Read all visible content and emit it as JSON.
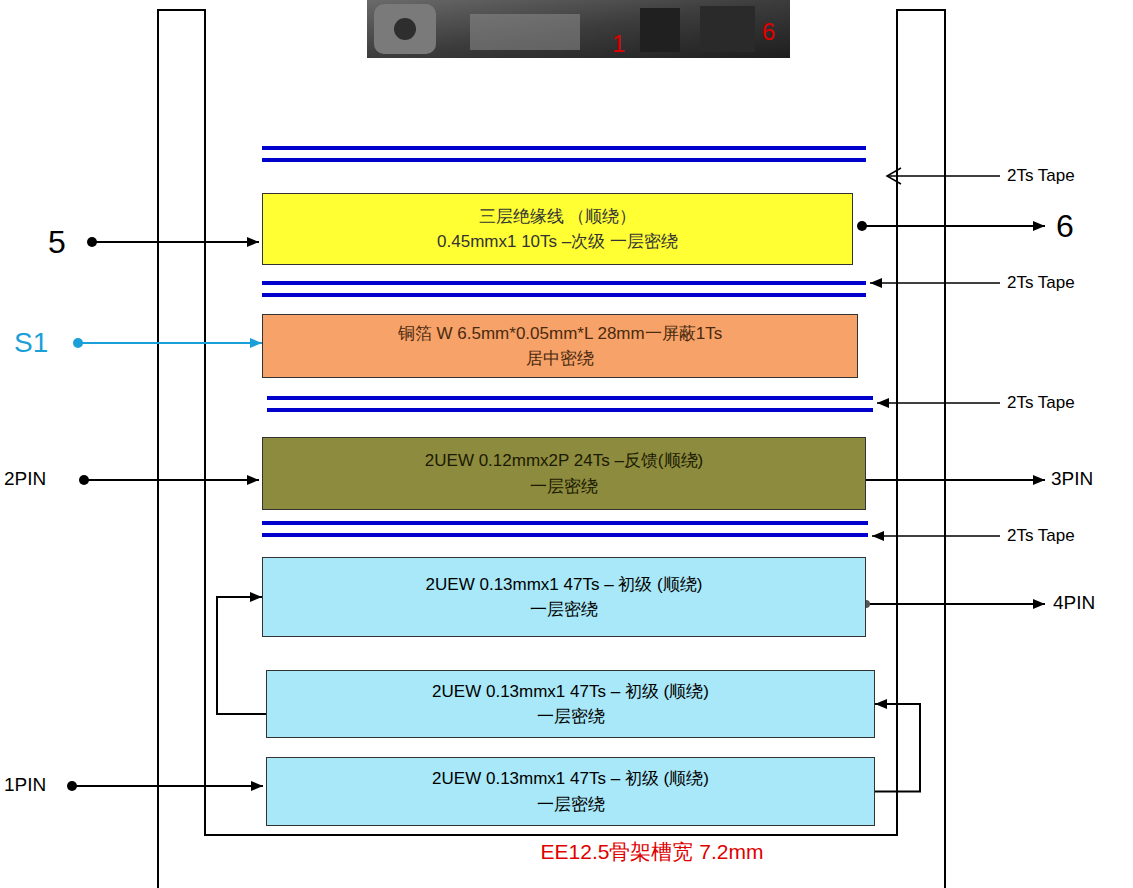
{
  "diagram": {
    "nodes": [
      {
        "text": [
          "三层绝缘线 （顺绕）",
          "0.45mmx1 10Ts –次级 一层密绕"
        ]
      },
      {
        "text": [
          "铜箔 W 6.5mm*0.05mm*L 28mm一屏蔽1Ts",
          "居中密绕"
        ]
      },
      {
        "text": [
          "2UEW 0.12mmx2P 24Ts –反馈(顺绕)",
          "一层密绕"
        ]
      },
      {
        "text": [
          "2UEW 0.13mmx1 47Ts – 初级 (顺绕)",
          "一层密绕"
        ]
      },
      {
        "text": [
          "2UEW 0.13mmx1 47Ts – 初级 (顺绕)",
          "一层密绕"
        ]
      },
      {
        "text": [
          "2UEW 0.13mmx1 47Ts – 初级 (顺绕)",
          "一层密绕"
        ]
      }
    ],
    "edges": [
      {
        "from": 5,
        "to": 4,
        "arrow": "to"
      },
      {
        "from": 4,
        "to": 3,
        "arrow": "to"
      }
    ],
    "labels": [
      "1",
      "6",
      "2Ts Tape",
      "5",
      "6",
      "2Ts Tape",
      "S1",
      "2Ts Tape",
      "2PIN",
      "3PIN",
      "2Ts Tape",
      "4PIN",
      "1PIN",
      "EE12.5骨架槽宽 7.2mm"
    ]
  }
}
